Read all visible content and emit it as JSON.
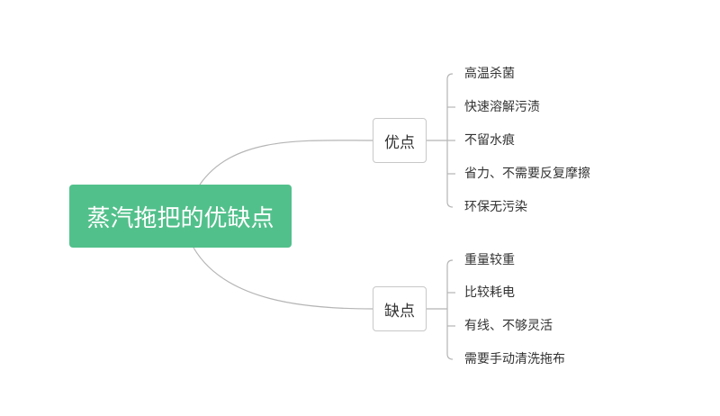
{
  "root": {
    "label": "蒸汽拖把的优缺点"
  },
  "branches": [
    {
      "label": "优点",
      "items": [
        "高温杀菌",
        "快速溶解污渍",
        "不留水痕",
        "省力、不需要反复摩擦",
        "环保无污染"
      ]
    },
    {
      "label": "缺点",
      "items": [
        "重量较重",
        "比较耗电",
        "有线、不够灵活",
        "需要手动清洗拖布"
      ]
    }
  ],
  "colors": {
    "root_fill": "#52c08b",
    "connector": "#b5b5b5",
    "branch_border": "#c8c8c8",
    "text": "#333333"
  }
}
